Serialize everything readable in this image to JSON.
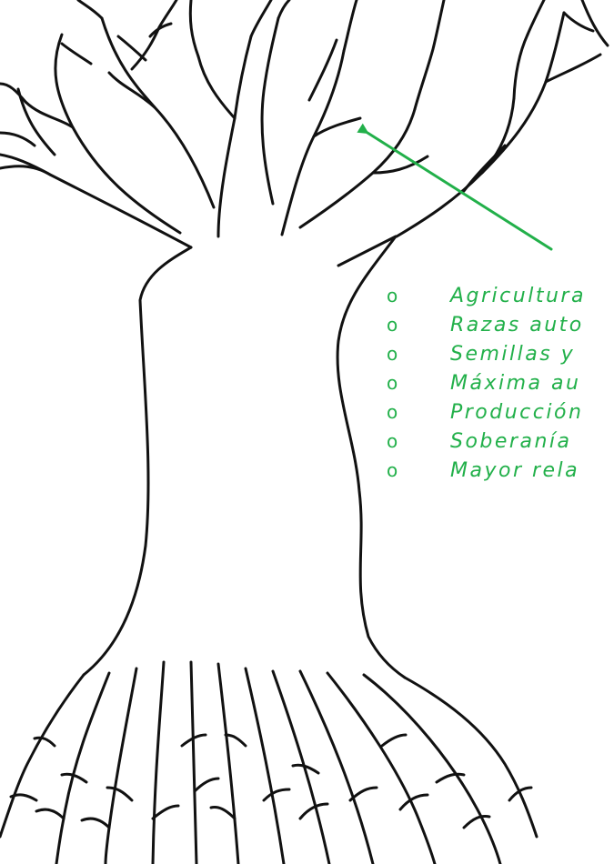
{
  "colors": {
    "ink": "#111111",
    "accent_green": "#22b04a",
    "background": "#ffffff"
  },
  "figure": {
    "subject": "tree-drawing-with-branches-trunk-and-roots",
    "arrow": "green-arrow-pointing-to-branches"
  },
  "bullet_marker": "o",
  "bullets": [
    {
      "text": "Agricultura"
    },
    {
      "text": "Razas auto"
    },
    {
      "text": "Semillas y"
    },
    {
      "text": "Máxima au"
    },
    {
      "text": "Producción"
    },
    {
      "text": "Soberanía"
    },
    {
      "text": "Mayor rela"
    }
  ]
}
